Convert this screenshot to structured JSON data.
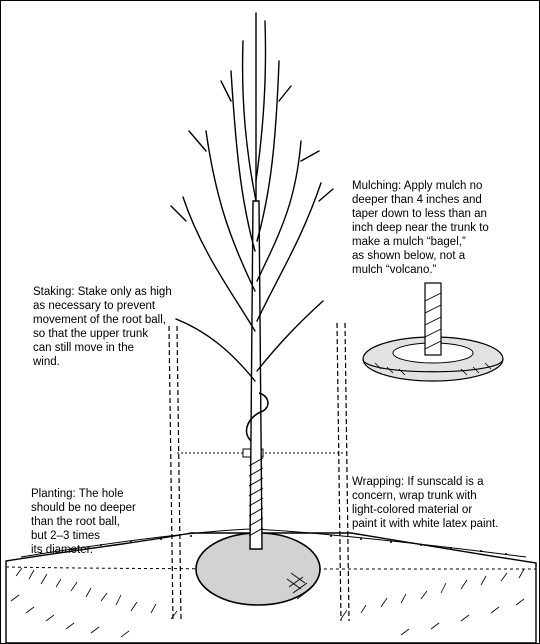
{
  "annotations": {
    "mulching": "Mulching: Apply mulch no\ndeeper than 4 inches and\ntaper down to less than an\ninch deep near the trunk to\nmake a mulch “bagel,”\nas shown below, not a\nmulch “volcano.”",
    "staking": "Staking: Stake only as high\nas necessary to prevent\nmovement of the root ball,\nso that the upper trunk\ncan still move in the\nwind.",
    "planting": "Planting: The hole\nshould be no deeper\nthan the root ball,\nbut 2–3 times\nits diameter.",
    "wrapping": "Wrapping: If sunscald is a\nconcern, wrap trunk with\nlight-colored material or\npaint it with white latex paint."
  }
}
